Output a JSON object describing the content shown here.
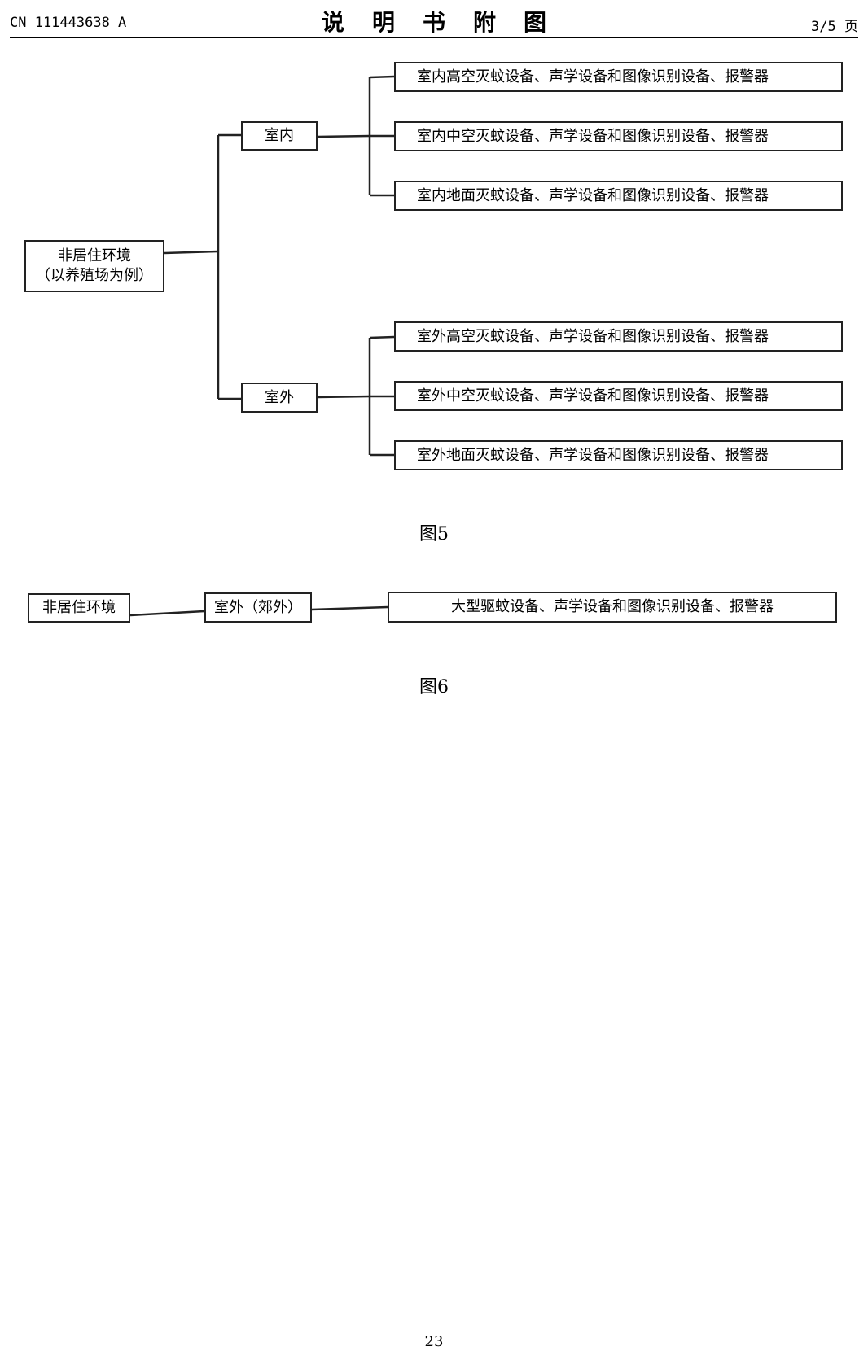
{
  "header": {
    "patent_number": "CN 111443638 A",
    "title": "说明书附图",
    "page": "3/5 页"
  },
  "figure5": {
    "root": "非居住环境\n（以养殖场为例）",
    "branch_indoor": "室内",
    "branch_outdoor": "室外",
    "indoor_items": [
      "室内高空灭蚊设备、声学设备和图像识别设备、报警器",
      "室内中空灭蚊设备、声学设备和图像识别设备、报警器",
      "室内地面灭蚊设备、声学设备和图像识别设备、报警器"
    ],
    "outdoor_items": [
      "室外高空灭蚊设备、声学设备和图像识别设备、报警器",
      "室外中空灭蚊设备、声学设备和图像识别设备、报警器",
      "室外地面灭蚊设备、声学设备和图像识别设备、报警器"
    ],
    "caption": "图5"
  },
  "figure6": {
    "root": "非居住环境",
    "middle": "室外（郊外）",
    "leaf": "大型驱蚊设备、声学设备和图像识别设备、报警器",
    "caption": "图6"
  },
  "footer": {
    "page_number": "23"
  }
}
